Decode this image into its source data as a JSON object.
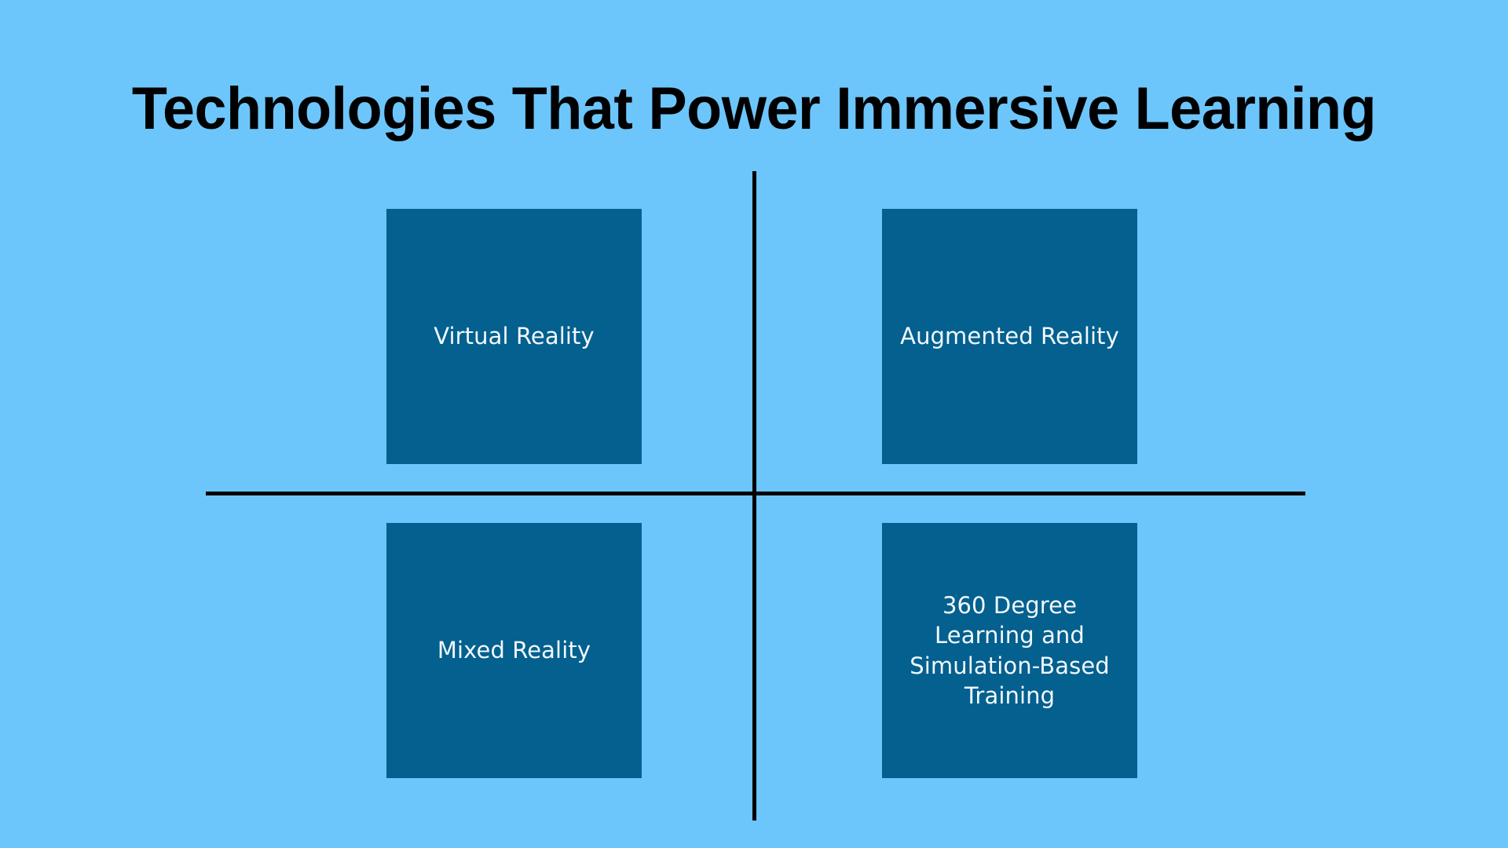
{
  "slide": {
    "title": "Technologies That Power Immersive Learning",
    "background_color": "#6cc6fb",
    "title_color": "#000000",
    "axis_color": "#000000",
    "card_color": "#03608f",
    "card_text_color": "#f2f8fb"
  },
  "quadrants": [
    {
      "position": "top-left",
      "label": "Virtual Reality"
    },
    {
      "position": "top-right",
      "label": "Augmented Reality"
    },
    {
      "position": "bottom-left",
      "label": "Mixed Reality"
    },
    {
      "position": "bottom-right",
      "label": "360 Degree\nLearning and\nSimulation-Based\nTraining"
    }
  ]
}
